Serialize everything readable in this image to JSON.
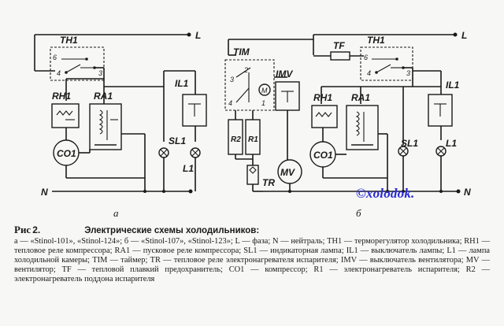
{
  "figure": {
    "fig_label": "Рис",
    "fig_number": "2.",
    "title": "Электрические схемы холодильников:",
    "description": "а — «Stinol-101», «Stinol-124»; б — «Stinol-107», «Stinol-123»; L — фаза; N — нейтраль; TH1 — терморегулятор холодильника; RH1 — тепловое реле компрессора; RA1 — пусковое реле компрессора; SL1 — индикаторная лампа; IL1 — выключатель лампы; L1 — лампа холодильной камеры; TIM — таймер; TR — тепловое реле электронагревателя испарителя; IMV — выключатель вентилятора; MV — вентилятор; TF — тепловой плавкий предохранитель; CO1 — компрессор; R1 — электронагреватель испарителя; R2 — электронагреватель поддона испарителя"
  },
  "watermark": "©xolodok.",
  "diagram_a": {
    "sub_label": "а",
    "phase": "L",
    "neutral": "N",
    "thermostat": "TH1",
    "overload_relay": "RH1",
    "start_relay": "RA1",
    "compressor": "CO1",
    "indicator_lamp": "SL1",
    "lamp_switch": "IL1",
    "cabinet_lamp": "L1",
    "pins": [
      "6",
      "4",
      "3"
    ]
  },
  "diagram_b": {
    "sub_label": "б",
    "phase": "L",
    "neutral": "N",
    "timer": "TIM",
    "timer_motor": "M",
    "fuse": "TF",
    "thermostat": "TH1",
    "fan_switch": "IMV",
    "overload_relay": "RH1",
    "start_relay": "RA1",
    "compressor": "CO1",
    "indicator_lamp": "SL1",
    "lamp_switch": "IL1",
    "cabinet_lamp": "L1",
    "heater_pan": "R2",
    "heater_evap": "R1",
    "heater_relay": "TR",
    "fan": "MV",
    "timer_pins": [
      "2",
      "3",
      "4",
      "1"
    ],
    "thermostat_pins": [
      "6",
      "4",
      "3"
    ]
  }
}
